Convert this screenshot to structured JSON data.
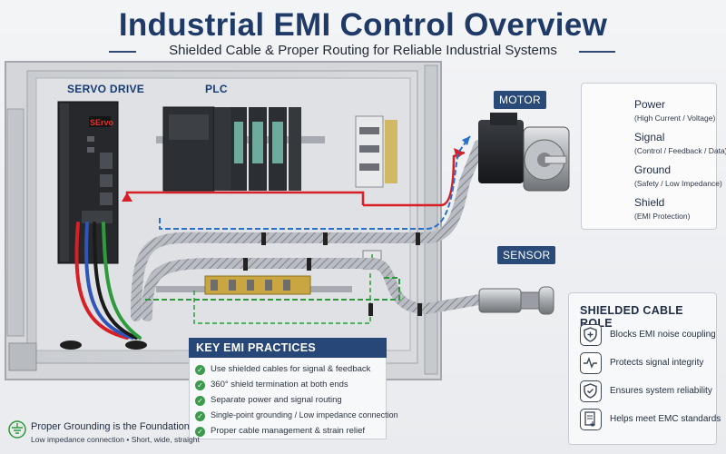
{
  "header": {
    "title": "Industrial EMI Control Overview",
    "subtitle": "Shielded Cable & Proper Routing for Reliable Industrial Systems"
  },
  "labels": {
    "servo_drive": "SERVO DRIVE",
    "plc": "PLC",
    "motor": "MOTOR",
    "sensor": "SENSOR",
    "servo_display": "SErvo"
  },
  "legend": [
    {
      "title": "Power",
      "subtitle": "(High Current / Voltage)",
      "color": "#d81f26",
      "style": "solid"
    },
    {
      "title": "Signal",
      "subtitle": "(Control / Feedback / Data)",
      "color": "#2a6fc9",
      "style": "dashed"
    },
    {
      "title": "Ground",
      "subtitle": "(Safety / Low Impedance)",
      "color": "#2f9a3c",
      "style": "dashed"
    },
    {
      "title": "Shield",
      "subtitle": "(EMI Protection)",
      "color": "#8a8d92",
      "style": "dashed"
    }
  ],
  "practices": {
    "title": "KEY EMI PRACTICES",
    "items": [
      "Use shielded cables for signal & feedback",
      "360° shield termination at both ends",
      "Separate power and signal routing",
      "Single-point grounding / Low impedance connection",
      "Proper cable management & strain relief"
    ]
  },
  "role": {
    "title": "SHIELDED CABLE ROLE",
    "items": [
      {
        "icon": "shield-plus-icon",
        "text": "Blocks EMI noise coupling"
      },
      {
        "icon": "waveform-icon",
        "text": "Protects signal integrity"
      },
      {
        "icon": "check-shield-icon",
        "text": "Ensures system reliability"
      },
      {
        "icon": "document-ground-icon",
        "text": "Helps meet EMC standards"
      }
    ]
  },
  "grounding": {
    "title": "Proper Grounding is the Foundation",
    "subtitle": "Low impedance connection  •  Short, wide, straight"
  },
  "colors": {
    "power": "#d81f26",
    "signal": "#2a6fc9",
    "ground": "#2f9a3c",
    "shield": "#8a8d92",
    "accent": "#1f3a66"
  }
}
